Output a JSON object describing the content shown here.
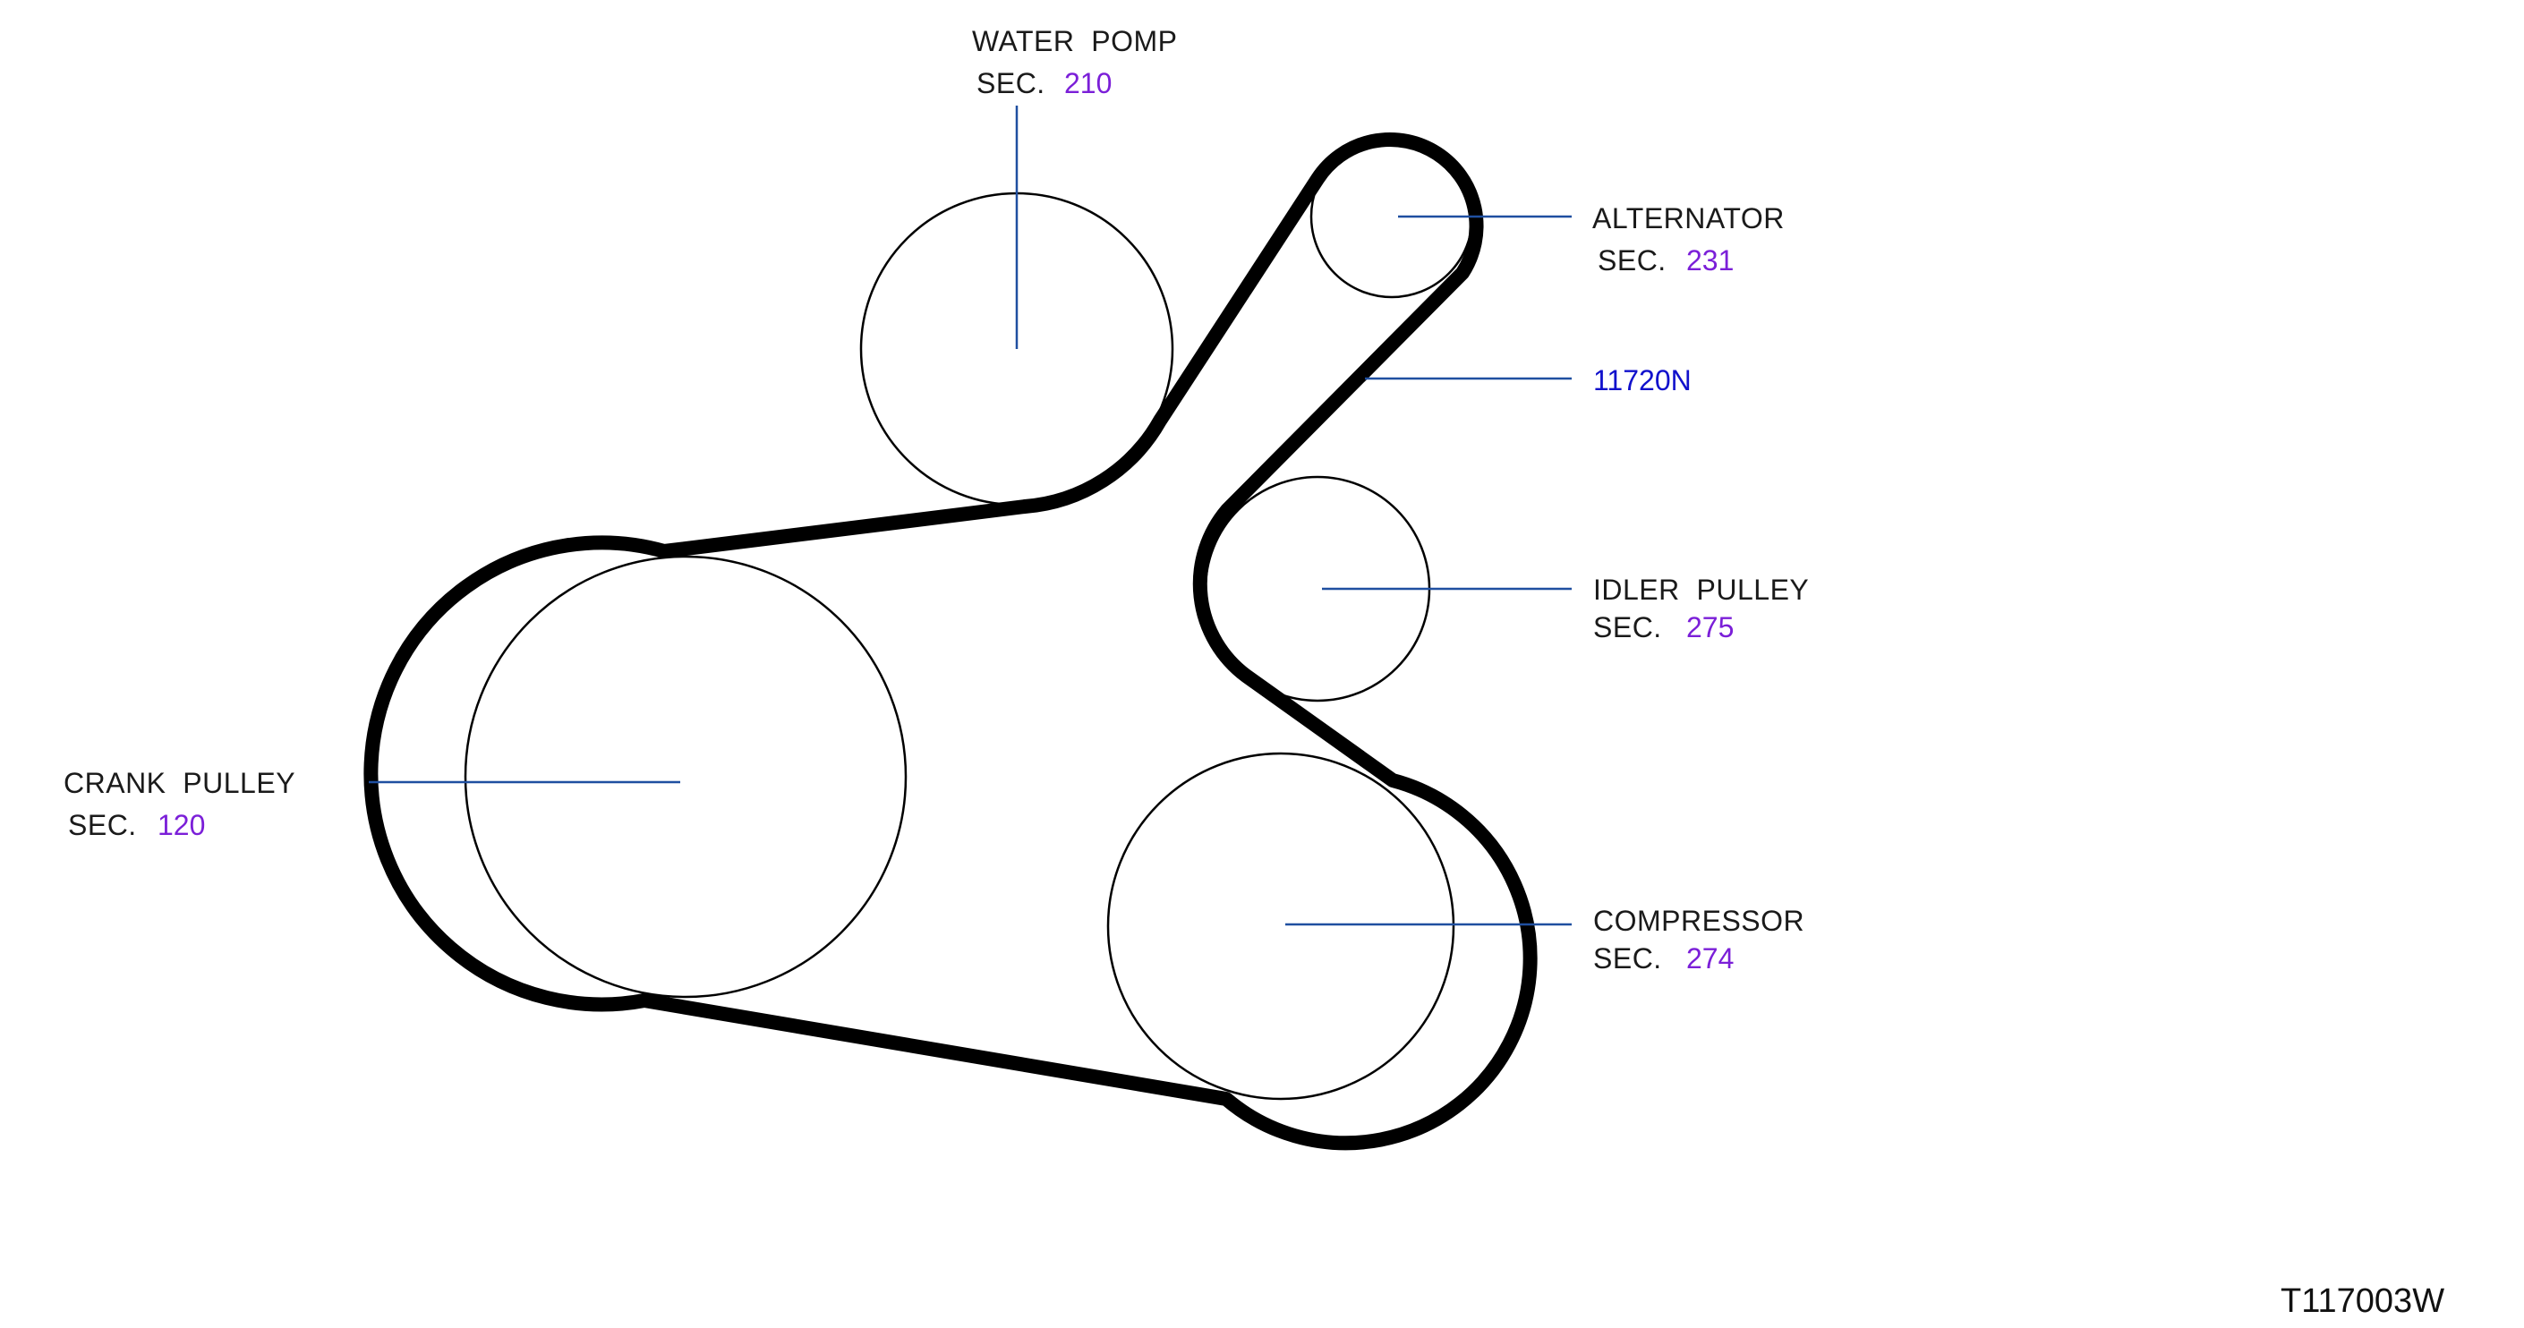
{
  "colors": {
    "belt": "#000000",
    "leader_lines": "#1f4fa0",
    "section_numbers": "#7b1fd8",
    "part_number": "#1111cc",
    "label_text": "#1a1a1a"
  },
  "labels": {
    "water_pump": {
      "name": "WATER  POMP",
      "sec_prefix": "SEC.",
      "sec_number": "210"
    },
    "alternator": {
      "name": "ALTERNATOR",
      "sec_prefix": "SEC.",
      "sec_number": "231"
    },
    "belt_part": {
      "part_number": "11720N"
    },
    "idler_pulley": {
      "name": "IDLER  PULLEY",
      "sec_prefix": "SEC.",
      "sec_number": "275"
    },
    "crank_pulley": {
      "name": "CRANK  PULLEY",
      "sec_prefix": "SEC.",
      "sec_number": "120"
    },
    "compressor": {
      "name": "COMPRESSOR",
      "sec_prefix": "SEC.",
      "sec_number": "274"
    }
  },
  "figure_code": "T117003W"
}
